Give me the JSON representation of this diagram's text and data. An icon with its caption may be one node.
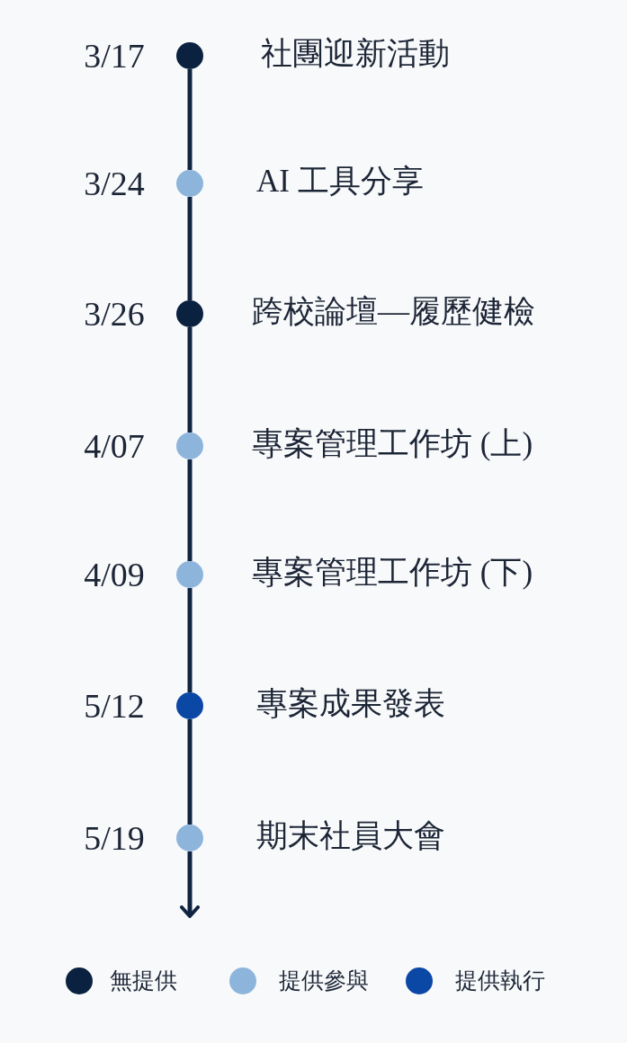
{
  "diagram": {
    "nodes": [
      {
        "text": [],
        "shape": "circle",
        "beside": [
          "3/17",
          "社團迎新活動"
        ]
      },
      {
        "text": [],
        "shape": "circle",
        "beside": [
          "3/24",
          "AI 工具分享"
        ]
      },
      {
        "text": [],
        "shape": "circle",
        "beside": [
          "3/26",
          "跨校論壇—履歷健檢"
        ]
      },
      {
        "text": [],
        "shape": "circle",
        "beside": [
          "4/07",
          "專案管理工作坊 (上)"
        ]
      },
      {
        "text": [],
        "shape": "circle",
        "beside": [
          "4/09",
          "專案管理工作坊 (下)"
        ]
      },
      {
        "text": [],
        "shape": "circle",
        "beside": [
          "5/12",
          "專案成果發表"
        ]
      },
      {
        "text": [],
        "shape": "circle",
        "beside": [
          "5/19",
          "期末社員大會"
        ]
      }
    ],
    "edges": [
      {
        "from": 0,
        "to": 1,
        "arrow": "none"
      },
      {
        "from": 1,
        "to": 2,
        "arrow": "none"
      },
      {
        "from": 2,
        "to": 3,
        "arrow": "none"
      },
      {
        "from": 3,
        "to": 4,
        "arrow": "none"
      },
      {
        "from": 4,
        "to": 5,
        "arrow": "none"
      },
      {
        "from": 5,
        "to": 6,
        "arrow": "none"
      },
      {
        "from": 6,
        "to": null,
        "arrow": "to"
      }
    ],
    "legend": [
      {
        "text": "無提供",
        "color": "#0b2140"
      },
      {
        "text": "提供參與",
        "color": "#8db5dc"
      },
      {
        "text": "提供執行",
        "color": "#0b47a5"
      }
    ]
  }
}
